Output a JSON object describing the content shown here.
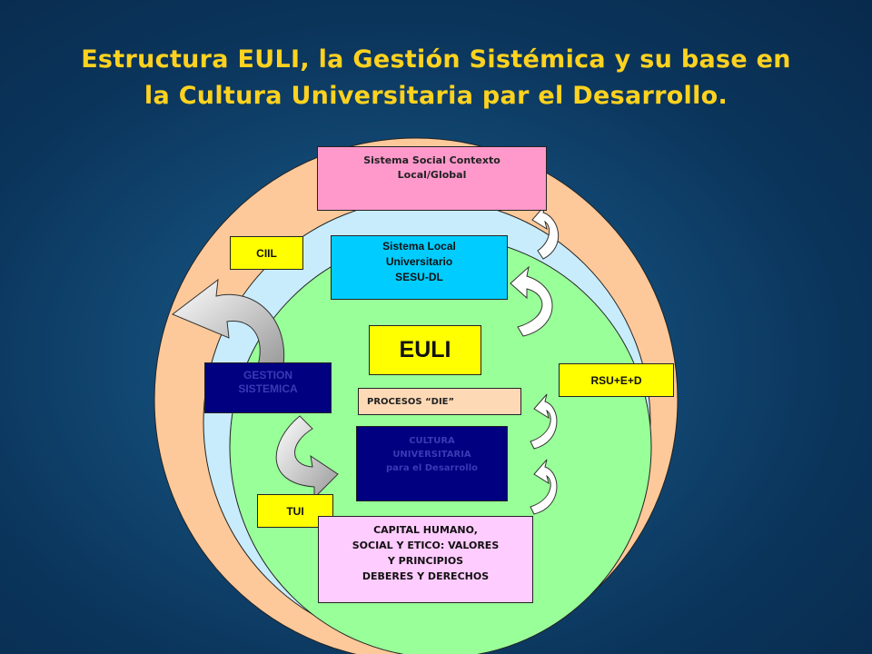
{
  "title": {
    "line1": "Estructura EULI, la Gestión Sistémica y su base en",
    "line2": "la Cultura Universitaria par el Desarrollo."
  },
  "boxes": {
    "social": "Sistema Social Contexto\nLocal/Global",
    "ciil": "CIIL",
    "sesu": "Sistema Local\nUniversitario\nSESU-DL",
    "euli": "EULI",
    "gestion": "GESTION\nSISTEMICA",
    "rsu": "RSU+E+D",
    "procesos": "PROCESOS “DIE”",
    "cultura": "CULTURA\nUNIVERSITARIA\npara el Desarrollo",
    "tui": "TUI",
    "capital": "CAPITAL HUMANO,\nSOCIAL Y ETICO: VALORES\nY PRINCIPIOS\nDEBERES Y DERECHOS"
  },
  "colors": {
    "title": "#ffd21f",
    "outer_ring": "#fdc99a",
    "middle_ring": "#c8ecfc",
    "inner_circle": "#99ff99",
    "social_box": "#ff99cc",
    "yellow_box": "#ffff00",
    "cyan_box": "#00ccff",
    "navy_box": "#000080",
    "peach_box": "#fdd9b5",
    "capital_box": "#ffccff"
  }
}
